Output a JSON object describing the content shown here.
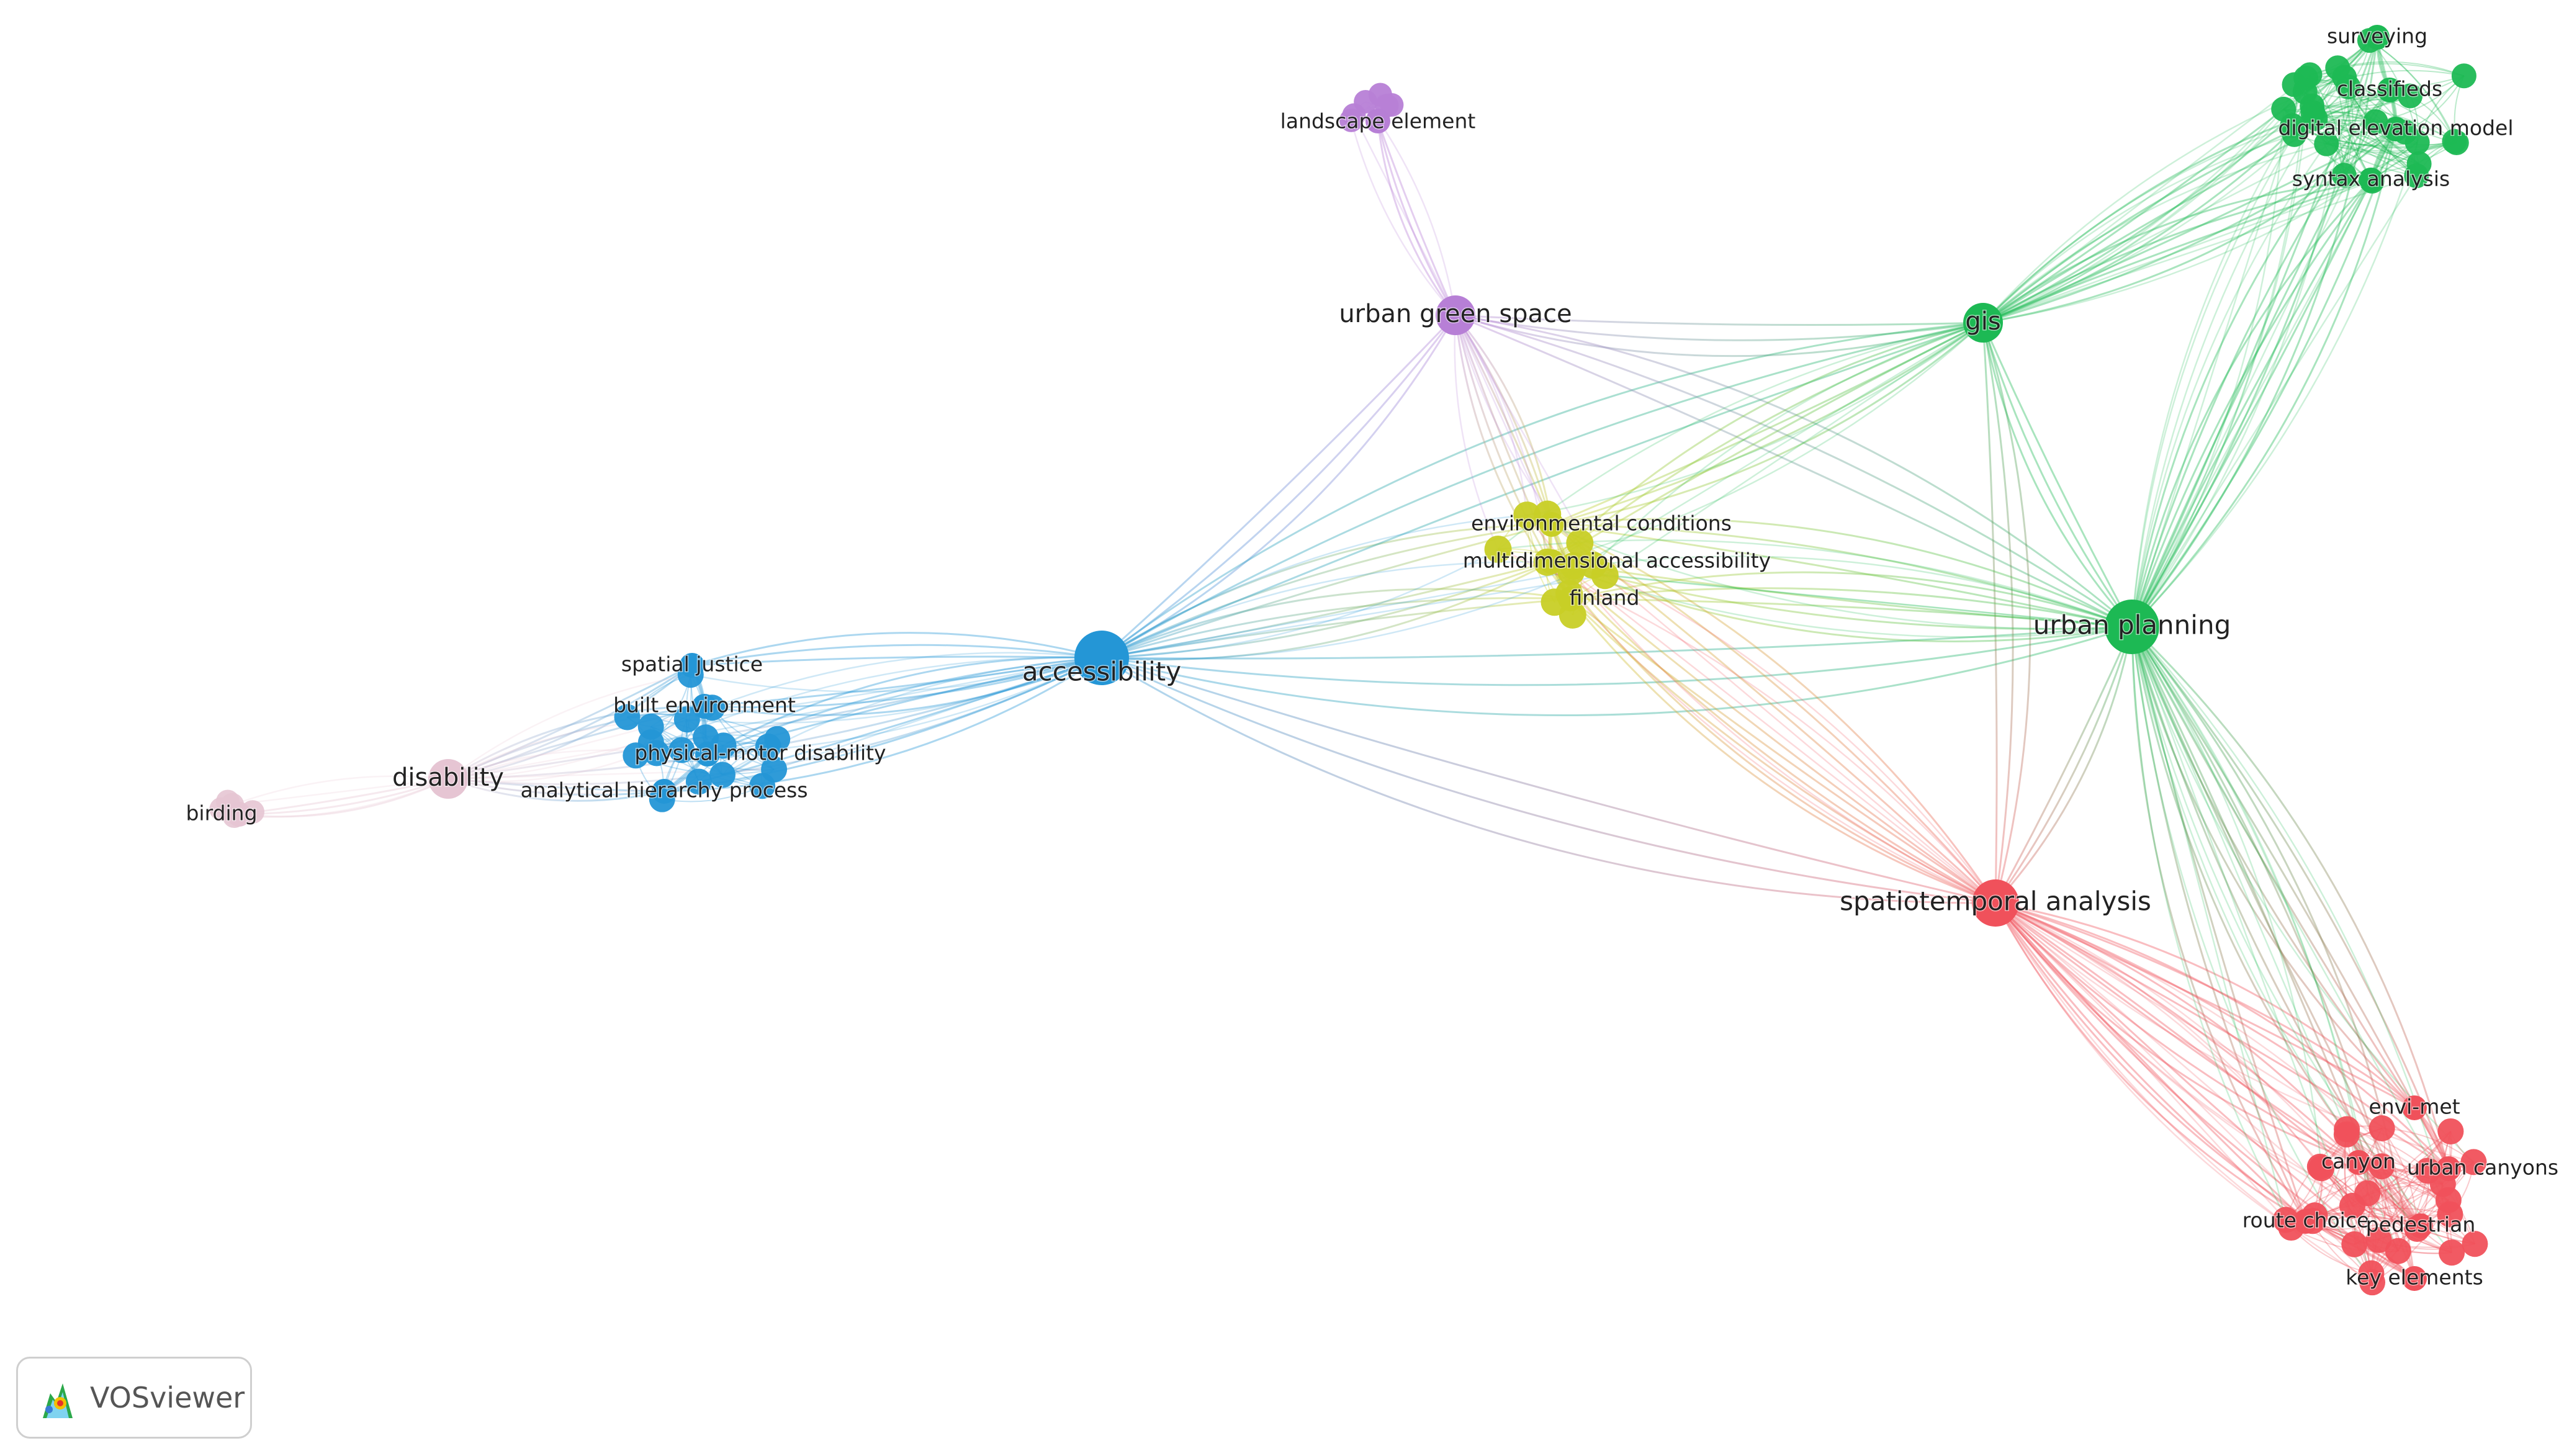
{
  "viewer": {
    "brand_name": "VOSviewer",
    "brand_icon": "vosviewer-logo-icon"
  },
  "clusters": {
    "red": "#f0515b",
    "green": "#1db954",
    "blue": "#2496d6",
    "yellow": "#c8cf26",
    "purple": "#b77fd6",
    "pink": "#e6c5d3"
  },
  "nodes": [
    {
      "id": "urban_green_space",
      "label": "urban green space",
      "cluster": "purple",
      "weight": 3
    },
    {
      "id": "landscape_element",
      "label": "landscape element",
      "cluster": "purple",
      "weight": 1
    },
    {
      "id": "gis",
      "label": "gis",
      "cluster": "green",
      "weight": 3
    },
    {
      "id": "surveying",
      "label": "surveying",
      "cluster": "green",
      "weight": 1
    },
    {
      "id": "classifieds",
      "label": "classifieds",
      "cluster": "green",
      "weight": 1
    },
    {
      "id": "digital_elevation_model",
      "label": "digital elevation model",
      "cluster": "green",
      "weight": 1
    },
    {
      "id": "syntax_analysis",
      "label": "syntax analysis",
      "cluster": "green",
      "weight": 1
    },
    {
      "id": "urban_planning",
      "label": "urban planning",
      "cluster": "green",
      "weight": 5
    },
    {
      "id": "environmental_conditions",
      "label": "environmental conditions",
      "cluster": "yellow",
      "weight": 1
    },
    {
      "id": "multidimensional_accessibility",
      "label": "multidimensional accessibility",
      "cluster": "yellow",
      "weight": 1
    },
    {
      "id": "finland",
      "label": "finland",
      "cluster": "yellow",
      "weight": 1
    },
    {
      "id": "accessibility",
      "label": "accessibility",
      "cluster": "blue",
      "weight": 5
    },
    {
      "id": "spatial_justice",
      "label": "spatial justice",
      "cluster": "blue",
      "weight": 1
    },
    {
      "id": "built_environment",
      "label": "built environment",
      "cluster": "blue",
      "weight": 1
    },
    {
      "id": "physical_motor_disability",
      "label": "physical-motor disability",
      "cluster": "blue",
      "weight": 1
    },
    {
      "id": "analytical_hierarchy_process",
      "label": "analytical hierarchy process",
      "cluster": "blue",
      "weight": 1
    },
    {
      "id": "disability",
      "label": "disability",
      "cluster": "pink",
      "weight": 3
    },
    {
      "id": "birding",
      "label": "birding",
      "cluster": "pink",
      "weight": 1
    },
    {
      "id": "spatiotemporal_analysis",
      "label": "spatiotemporal analysis",
      "cluster": "red",
      "weight": 4
    },
    {
      "id": "envi_met",
      "label": "envi-met",
      "cluster": "red",
      "weight": 1
    },
    {
      "id": "canyon",
      "label": "canyon",
      "cluster": "red",
      "weight": 1
    },
    {
      "id": "urban_canyons",
      "label": "urban canyons",
      "cluster": "red",
      "weight": 1
    },
    {
      "id": "route_choice",
      "label": "route choice",
      "cluster": "red",
      "weight": 1
    },
    {
      "id": "pedestrian",
      "label": "pedestrian",
      "cluster": "red",
      "weight": 1
    },
    {
      "id": "key_elements",
      "label": "key elements",
      "cluster": "red",
      "weight": 1
    }
  ],
  "links": [
    [
      "accessibility",
      "disability"
    ],
    [
      "accessibility",
      "spatial_justice"
    ],
    [
      "accessibility",
      "built_environment"
    ],
    [
      "accessibility",
      "physical_motor_disability"
    ],
    [
      "accessibility",
      "analytical_hierarchy_process"
    ],
    [
      "accessibility",
      "urban_green_space"
    ],
    [
      "accessibility",
      "environmental_conditions"
    ],
    [
      "accessibility",
      "multidimensional_accessibility"
    ],
    [
      "accessibility",
      "finland"
    ],
    [
      "accessibility",
      "urban_planning"
    ],
    [
      "accessibility",
      "gis"
    ],
    [
      "accessibility",
      "spatiotemporal_analysis"
    ],
    [
      "disability",
      "birding"
    ],
    [
      "disability",
      "spatial_justice"
    ],
    [
      "disability",
      "built_environment"
    ],
    [
      "disability",
      "analytical_hierarchy_process"
    ],
    [
      "urban_green_space",
      "landscape_element"
    ],
    [
      "urban_green_space",
      "gis"
    ],
    [
      "urban_green_space",
      "environmental_conditions"
    ],
    [
      "urban_green_space",
      "finland"
    ],
    [
      "urban_green_space",
      "urban_planning"
    ],
    [
      "gis",
      "surveying"
    ],
    [
      "gis",
      "classifieds"
    ],
    [
      "gis",
      "digital_elevation_model"
    ],
    [
      "gis",
      "syntax_analysis"
    ],
    [
      "gis",
      "urban_planning"
    ],
    [
      "gis",
      "environmental_conditions"
    ],
    [
      "gis",
      "multidimensional_accessibility"
    ],
    [
      "gis",
      "spatiotemporal_analysis"
    ],
    [
      "urban_planning",
      "surveying"
    ],
    [
      "urban_planning",
      "classifieds"
    ],
    [
      "urban_planning",
      "digital_elevation_model"
    ],
    [
      "urban_planning",
      "syntax_analysis"
    ],
    [
      "urban_planning",
      "environmental_conditions"
    ],
    [
      "urban_planning",
      "multidimensional_accessibility"
    ],
    [
      "urban_planning",
      "finland"
    ],
    [
      "urban_planning",
      "spatiotemporal_analysis"
    ],
    [
      "urban_planning",
      "envi_met"
    ],
    [
      "urban_planning",
      "urban_canyons"
    ],
    [
      "urban_planning",
      "pedestrian"
    ],
    [
      "urban_planning",
      "key_elements"
    ],
    [
      "urban_planning",
      "route_choice"
    ],
    [
      "spatiotemporal_analysis",
      "envi_met"
    ],
    [
      "spatiotemporal_analysis",
      "canyon"
    ],
    [
      "spatiotemporal_analysis",
      "urban_canyons"
    ],
    [
      "spatiotemporal_analysis",
      "route_choice"
    ],
    [
      "spatiotemporal_analysis",
      "pedestrian"
    ],
    [
      "spatiotemporal_analysis",
      "key_elements"
    ],
    [
      "spatiotemporal_analysis",
      "finland"
    ],
    [
      "spatiotemporal_analysis",
      "environmental_conditions"
    ],
    [
      "spatiotemporal_analysis",
      "multidimensional_accessibility"
    ],
    [
      "environmental_conditions",
      "multidimensional_accessibility"
    ],
    [
      "environmental_conditions",
      "finland"
    ],
    [
      "multidimensional_accessibility",
      "finland"
    ],
    [
      "spatial_justice",
      "built_environment"
    ],
    [
      "built_environment",
      "physical_motor_disability"
    ],
    [
      "physical_motor_disability",
      "analytical_hierarchy_process"
    ],
    [
      "surveying",
      "classifieds"
    ],
    [
      "classifieds",
      "digital_elevation_model"
    ],
    [
      "digital_elevation_model",
      "syntax_analysis"
    ],
    [
      "envi_met",
      "urban_canyons"
    ],
    [
      "canyon",
      "pedestrian"
    ],
    [
      "route_choice",
      "key_elements"
    ]
  ]
}
